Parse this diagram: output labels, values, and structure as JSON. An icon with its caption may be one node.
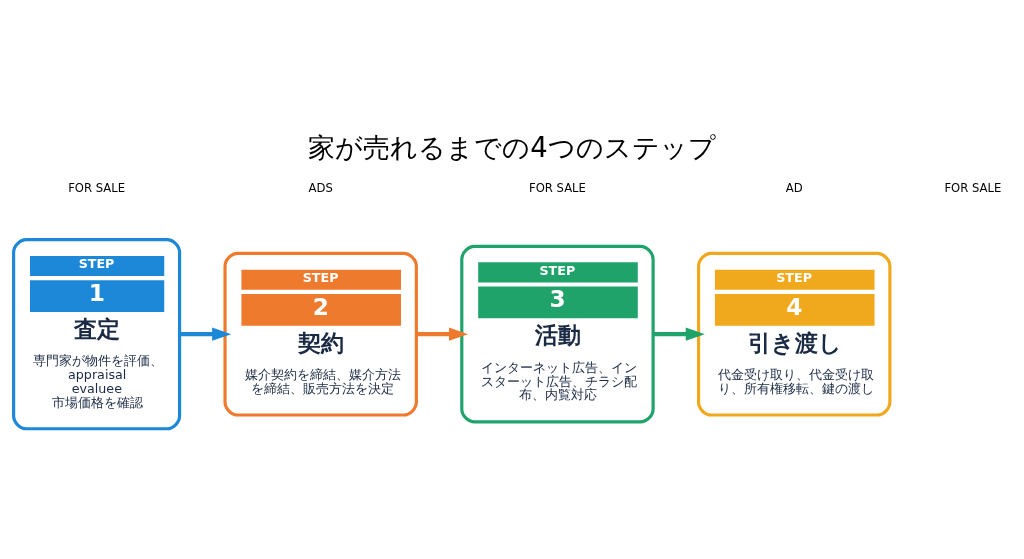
{
  "diagram": {
    "title": "家が売れるまでの4つのステップ",
    "nodes": [
      {
        "text": [
          "STEP",
          "1",
          "査定",
          "専門家が物件を評価、 appraisal evaluee 市場価格を確認"
        ]
      },
      {
        "text": [
          "STEP",
          "2",
          "契約",
          "媒介契約を締結、媒介方法を締結、販売方法を決定"
        ]
      },
      {
        "text": [
          "STEP",
          "3",
          "活動",
          "インターネット広告、インスターット広告、チラシ配布、内覧対応"
        ]
      },
      {
        "text": [
          "STEP",
          "4",
          "引き渡し",
          "代金受け取り、代金受け取り、所有権移転、鍵の渡し"
        ]
      }
    ],
    "edges": [
      {
        "from": 0,
        "to": 1,
        "arrow": "to",
        "color": "#1e88d8"
      },
      {
        "from": 1,
        "to": 2,
        "arrow": "to",
        "color": "#ee7a2e"
      },
      {
        "from": 2,
        "to": 3,
        "arrow": "to",
        "color": "#1fa36b"
      }
    ],
    "labels": [
      "FOR SALE",
      "ADS",
      "FOR SALE",
      "AD",
      "FOR SALE"
    ]
  }
}
